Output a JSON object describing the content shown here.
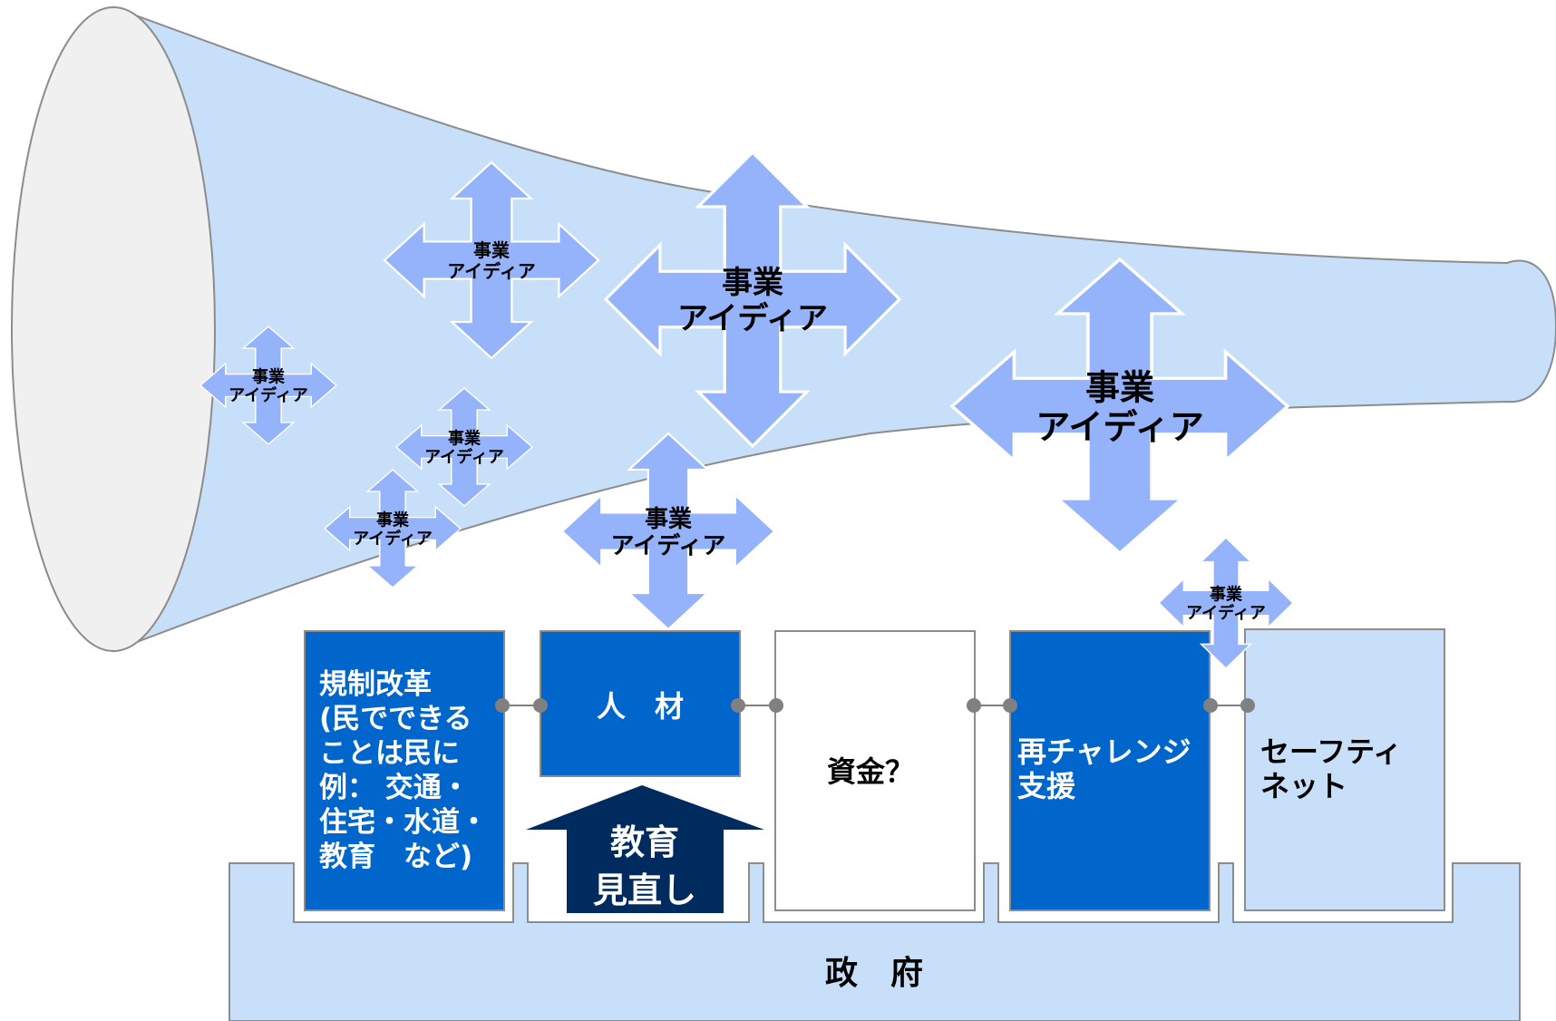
{
  "colors": {
    "horn_fill": "#c7dff8",
    "horn_stroke": "#8c8c8c",
    "horn_mouth": "#f0f0f0",
    "arrow_fill": "#95b3fb",
    "dark_blue_box": "#0066cc",
    "light_blue_box": "#c7dff8",
    "white_box": "#ffffff",
    "navy_arrow": "#002b5e",
    "connector": "#808080"
  },
  "idea_arrows": [
    {
      "line1": "事業",
      "line2": "アイディア"
    },
    {
      "line1": "事業",
      "line2": "アイディア"
    },
    {
      "line1": "事業",
      "line2": "アイディア"
    },
    {
      "line1": "事業",
      "line2": "アイディア"
    },
    {
      "line1": "事業",
      "line2": "アイディア"
    },
    {
      "line1": "事業",
      "line2": "アイディア"
    },
    {
      "line1": "事業",
      "line2": "アイディア"
    },
    {
      "line1": "事業",
      "line2": "アイディア"
    }
  ],
  "pillars": {
    "regulation": [
      "規制改革",
      "(民でできる",
      "ことは民に",
      "例： 交通・",
      "住宅・水道・",
      "教育　など)"
    ],
    "talent": "人　材",
    "funding": "資金？",
    "rechallenge": [
      "再チャレンジ",
      "支援"
    ],
    "safety_net": [
      "セーフティ",
      "ネット"
    ]
  },
  "education_arrow": [
    "教育",
    "見直し"
  ],
  "government": "政　府"
}
